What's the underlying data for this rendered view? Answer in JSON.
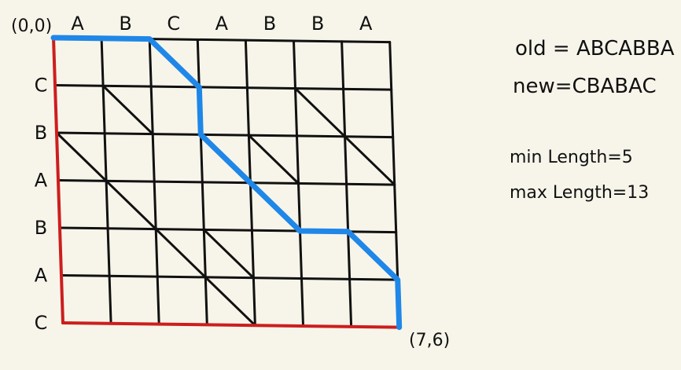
{
  "grid": {
    "origin_label": "(0,0)",
    "end_label": "(7,6)",
    "top_letters": [
      "A",
      "B",
      "C",
      "A",
      "B",
      "B",
      "A"
    ],
    "left_letters": [
      "C",
      "B",
      "A",
      "B",
      "A",
      "C"
    ],
    "diagonals": [
      [
        1,
        1
      ],
      [
        5,
        1
      ],
      [
        0,
        2
      ],
      [
        4,
        2
      ],
      [
        6,
        2
      ],
      [
        1,
        3
      ],
      [
        2,
        4
      ],
      [
        3,
        4
      ],
      [
        6,
        4
      ],
      [
        3,
        5
      ]
    ],
    "path_points": [
      [
        0,
        0
      ],
      [
        2,
        0
      ],
      [
        3,
        1
      ],
      [
        3,
        2
      ],
      [
        5,
        4
      ],
      [
        6,
        4
      ],
      [
        7,
        5
      ],
      [
        7,
        6
      ]
    ]
  },
  "notes": {
    "old": "old = ABCABBA",
    "new": "new=CBABAC",
    "min_length": "min Length=5",
    "max_length": "max Length=13"
  },
  "colors": {
    "background": "#f7f5ea",
    "grid": "#111111",
    "path": "#1f87e8",
    "edge": "#cc1e1e"
  }
}
